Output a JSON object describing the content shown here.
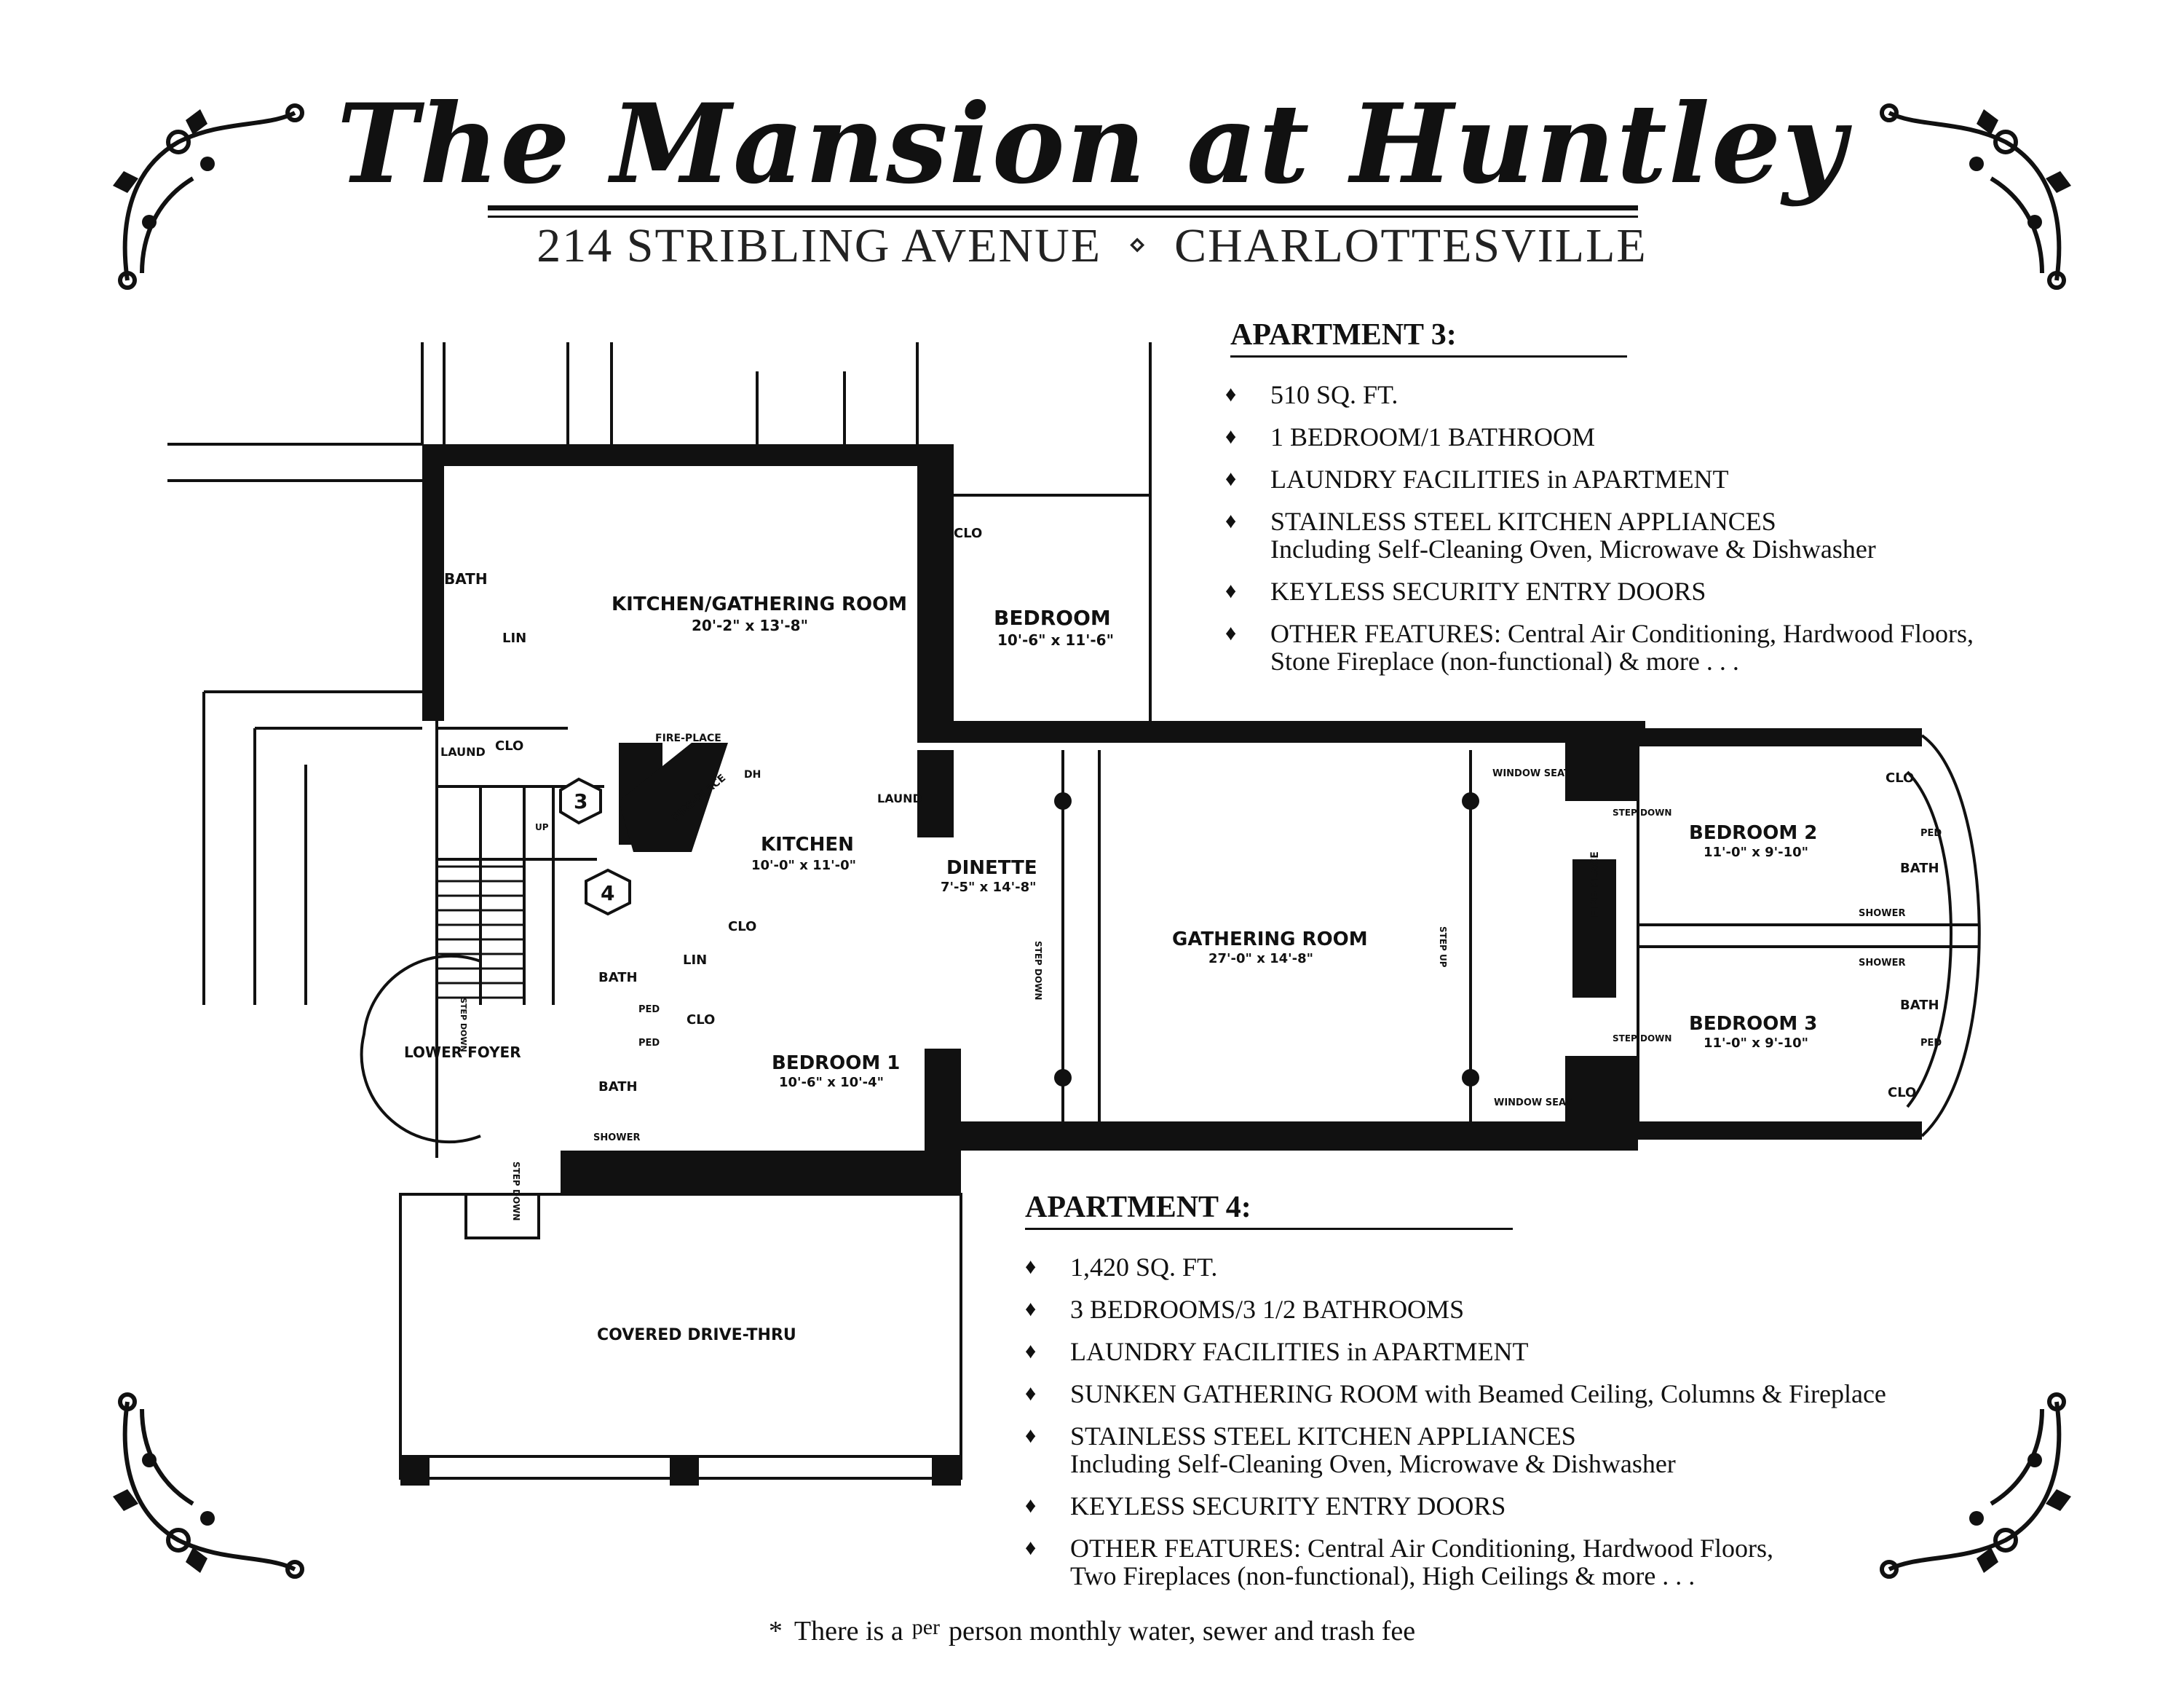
{
  "header": {
    "title": "The Mansion at Huntley",
    "subtitle_left": "214 STRIBLING AVENUE",
    "subtitle_sep": "⋄",
    "subtitle_right": "CHARLOTTESVILLE"
  },
  "apartment3": {
    "heading": "APARTMENT 3:",
    "features": [
      {
        "line1": "510 SQ. FT.",
        "line2": ""
      },
      {
        "line1": "1 BEDROOM/1 BATHROOM",
        "line2": ""
      },
      {
        "line1": "LAUNDRY FACILITIES in APARTMENT",
        "line2": ""
      },
      {
        "line1": "STAINLESS STEEL KITCHEN APPLIANCES",
        "line2": "Including Self-Cleaning Oven, Microwave & Dishwasher"
      },
      {
        "line1": "KEYLESS SECURITY ENTRY DOORS",
        "line2": ""
      },
      {
        "line1": "OTHER FEATURES: Central Air Conditioning, Hardwood Floors,",
        "line2": "Stone Fireplace (non-functional) & more . . ."
      }
    ]
  },
  "apartment4": {
    "heading": "APARTMENT 4:",
    "features": [
      {
        "line1": "1,420 SQ. FT.",
        "line2": ""
      },
      {
        "line1": "3 BEDROOMS/3 1/2  BATHROOMS",
        "line2": ""
      },
      {
        "line1": "LAUNDRY FACILITIES in APARTMENT",
        "line2": ""
      },
      {
        "line1": "SUNKEN GATHERING ROOM with Beamed Ceiling, Columns & Fireplace",
        "line2": ""
      },
      {
        "line1": "STAINLESS STEEL KITCHEN APPLIANCES",
        "line2": "Including Self-Cleaning Oven, Microwave & Dishwasher"
      },
      {
        "line1": "KEYLESS SECURITY ENTRY DOORS",
        "line2": ""
      },
      {
        "line1": "OTHER FEATURES: Central Air Conditioning, Hardwood Floors,",
        "line2": "Two Fireplaces (non-functional), High Ceilings & more . . ."
      }
    ]
  },
  "bullet_glyph": "♦",
  "footnote": {
    "star": "*",
    "pre": "There is a",
    "small": "per",
    "post": "person monthly water, sewer and trash fee"
  },
  "floorplan": {
    "rooms": {
      "kitchen_gathering": "KITCHEN/GATHERING ROOM",
      "kitchen_gathering_dim": "20'-2\" x 13'-8\"",
      "bedroom_top": "BEDROOM",
      "bedroom_top_dim": "10'-6\" x 11'-6\"",
      "bath_top": "BATH",
      "lin_top": "LIN",
      "clo_top": "CLO",
      "laund_top": "LAUND",
      "clo_mid": "CLO",
      "apt3_marker": "3",
      "apt4_marker": "4",
      "fireplace1": "FIRE-PLACE",
      "fireplace2": "FIRE-PLACE",
      "dh": "DH",
      "laund2": "LAUND",
      "kitchen": "KITCHEN",
      "kitchen_dim": "10'-0\" x 11'-0\"",
      "dinette": "DINETTE",
      "dinette_dim": "7'-5\" x 14'-8\"",
      "clo_k": "CLO",
      "lin_k": "LIN",
      "bath_a": "BATH",
      "bath_b": "BATH",
      "clo_b": "CLO",
      "shower_a": "SHOWER",
      "ped_a": "PED",
      "ped_b": "PED",
      "bedroom1": "BEDROOM 1",
      "bedroom1_dim": "10'-6\" x 10'-4\"",
      "lower_foyer": "LOWER FOYER",
      "step_down1": "STEP DOWN",
      "step_down2": "STEP DOWN",
      "gathering": "GATHERING ROOM",
      "gathering_dim": "27'-0\" x 14'-8\"",
      "step_up": "STEP UP",
      "window_seat_top": "WINDOW SEAT",
      "window_seat_bottom": "WINDOW SEAT",
      "fireplace3": "FIRE-PLACE",
      "step_down3": "STEP DOWN",
      "step_down4": "STEP DOWN",
      "bedroom2": "BEDROOM 2",
      "bedroom2_dim": "11'-0\" x 9'-10\"",
      "bedroom3": "BEDROOM 3",
      "bedroom3_dim": "11'-0\" x 9'-10\"",
      "clo_r1": "CLO",
      "clo_r2": "CLO",
      "bath_r1": "BATH",
      "bath_r2": "BATH",
      "shower_r1": "SHOWER",
      "shower_r2": "SHOWER",
      "ped_r1": "PED",
      "ped_r2": "PED",
      "step_dn_stair": "STEP DOWN",
      "up_stair": "UP",
      "covered": "COVERED DRIVE-THRU"
    }
  }
}
